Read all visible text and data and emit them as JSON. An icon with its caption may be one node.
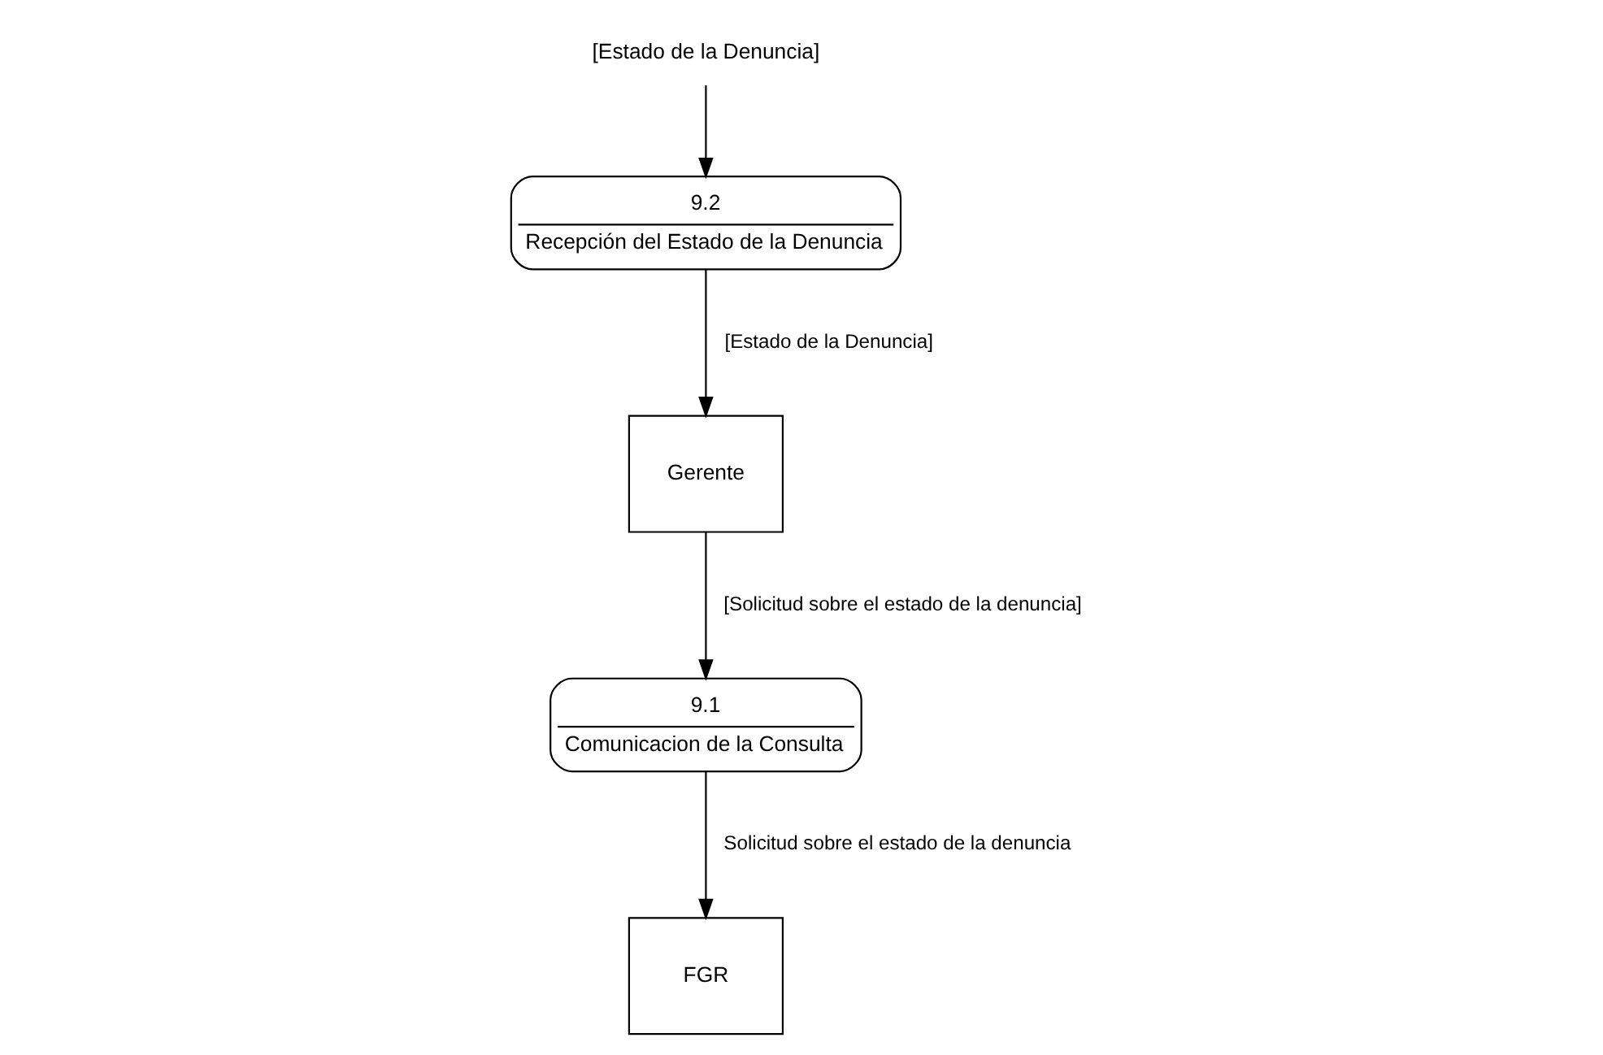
{
  "diagram": {
    "nodes": [
      {
        "text": [
          "Gerente"
        ]
      },
      {
        "text": [
          "9.1",
          "Comunicacion de la Consulta"
        ]
      },
      {
        "text": [
          "9.2",
          "Recepción del Estado de la Denuncia"
        ]
      },
      {
        "text": [
          "FGR"
        ]
      },
      {
        "text": [
          "[Estado de la Denuncia]"
        ]
      }
    ],
    "edges": [
      {
        "from": 2,
        "to": 0,
        "arrow": "to",
        "label": "[Estado de la Denuncia]"
      },
      {
        "from": 0,
        "to": 1,
        "arrow": "to",
        "label": "[Solicitud sobre el estado de la denuncia]"
      },
      {
        "from": 1,
        "to": 3,
        "arrow": "to",
        "label": "Solicitud sobre el estado de la denuncia"
      },
      {
        "from": 4,
        "to": 2,
        "arrow": "to"
      }
    ]
  }
}
